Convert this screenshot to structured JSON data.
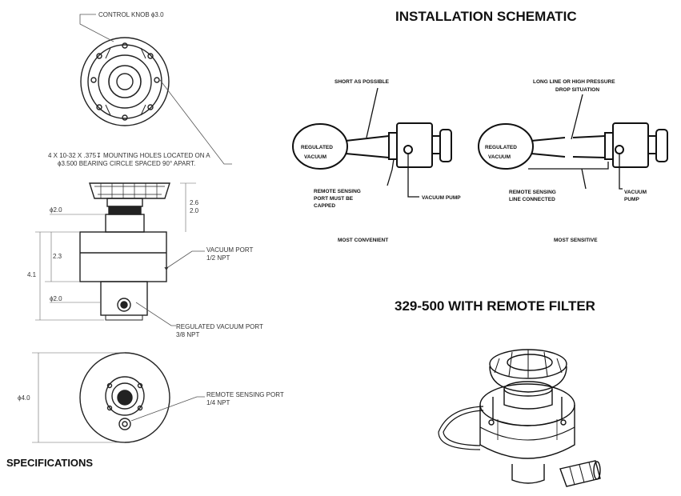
{
  "drawing": {
    "control_knob": "CONTROL KNOB ϕ3.0",
    "mounting_holes_line1": "4 X 10-32 X .375↧ MOUNTING HOLES LOCATED ON A",
    "mounting_holes_line2": "ϕ3.500 BEARING CIRCLE SPACED 90° APART.",
    "dim_2_6": "2.6",
    "dim_2_0": "2.0",
    "dim_dia_2_0_top": "ϕ2.0",
    "dim_2_3": "2.3",
    "dim_4_1": "4.1",
    "dim_dia_2_0_bottom": "ϕ2.0",
    "vacuum_port_line1": "VACUUM PORT",
    "vacuum_port_line2": "1/2 NPT",
    "regulated_port_line1": "REGULATED VACUUM PORT",
    "regulated_port_line2": "3/8 NPT",
    "dim_dia_4_0": "ϕ4.0",
    "remote_port_line1": "REMOTE SENSING PORT",
    "remote_port_line2": "1/4 NPT"
  },
  "specifications_label": "SPECIFICATIONS",
  "schematic": {
    "title": "INSTALLATION SCHEMATIC",
    "left": {
      "short_as_possible": "SHORT AS POSSIBLE",
      "regulated_line1": "REGULATED",
      "regulated_line2": "VACUUM",
      "remote_line1": "REMOTE SENSING",
      "remote_line2": "PORT MUST BE",
      "remote_line3": "CAPPED",
      "vacuum_pump": "VACUUM PUMP",
      "caption": "MOST CONVENIENT"
    },
    "right": {
      "long_line1": "LONG LINE OR HIGH PRESSURE",
      "long_line2": "DROP SITUATION",
      "regulated_line1": "REGULATED",
      "regulated_line2": "VACUUM",
      "remote_line1": "REMOTE SENSING",
      "remote_line2": "LINE CONNECTED",
      "vacuum_line1": "VACUUM",
      "vacuum_line2": "PUMP",
      "caption": "MOST SENSITIVE"
    }
  },
  "filter_title": "329-500 WITH REMOTE FILTER"
}
